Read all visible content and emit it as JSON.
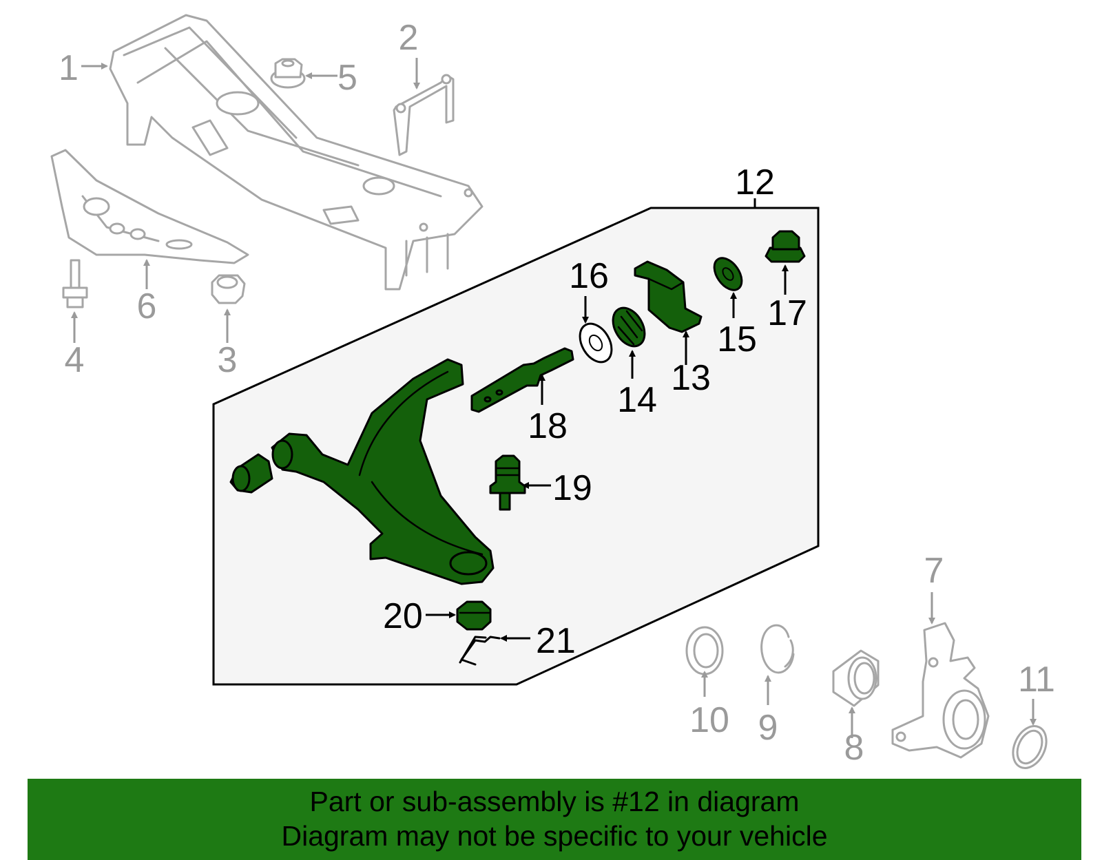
{
  "diagram": {
    "highlight_color": "#14600b",
    "banner_color": "#1e7a14",
    "callouts": [
      {
        "id": "1",
        "text": "1"
      },
      {
        "id": "2",
        "text": "2"
      },
      {
        "id": "3",
        "text": "3"
      },
      {
        "id": "4",
        "text": "4"
      },
      {
        "id": "5",
        "text": "5"
      },
      {
        "id": "6",
        "text": "6"
      },
      {
        "id": "7",
        "text": "7"
      },
      {
        "id": "8",
        "text": "8"
      },
      {
        "id": "9",
        "text": "9"
      },
      {
        "id": "10",
        "text": "10"
      },
      {
        "id": "11",
        "text": "11"
      },
      {
        "id": "12",
        "text": "12"
      },
      {
        "id": "13",
        "text": "13"
      },
      {
        "id": "14",
        "text": "14"
      },
      {
        "id": "15",
        "text": "15"
      },
      {
        "id": "16",
        "text": "16"
      },
      {
        "id": "17",
        "text": "17"
      },
      {
        "id": "18",
        "text": "18"
      },
      {
        "id": "19",
        "text": "19"
      },
      {
        "id": "20",
        "text": "20"
      },
      {
        "id": "21",
        "text": "21"
      }
    ]
  },
  "banner": {
    "line1": "Part or sub-assembly is #12 in diagram",
    "line2": "Diagram may not be specific to your vehicle"
  }
}
